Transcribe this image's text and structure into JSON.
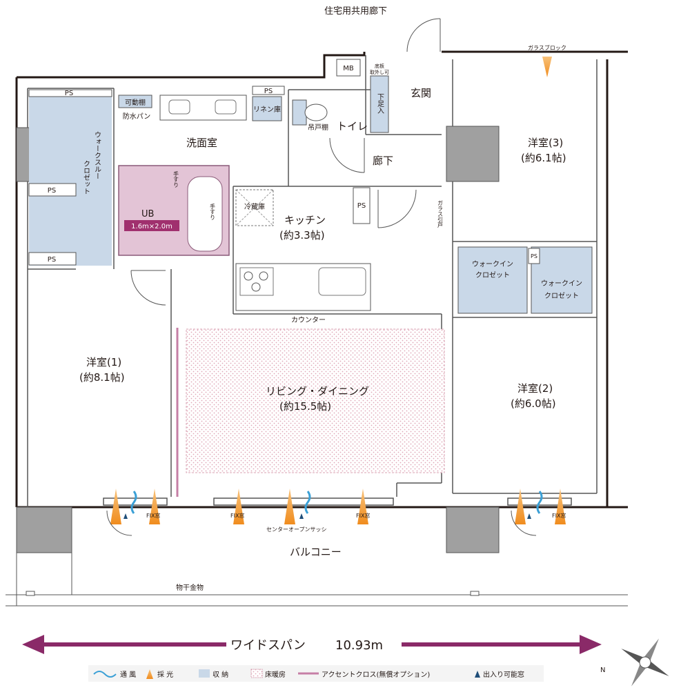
{
  "header": {
    "corridor": "住宅用共用廊下"
  },
  "rooms": {
    "mb": "MB",
    "floorboard": "底板",
    "removable": "取外し可",
    "shoe_closet": "下足入",
    "entrance": "玄関",
    "ps_top_left": "PS",
    "ps_top_mid": "PS",
    "movable_shelf": "可動棚",
    "waterproof_pan": "防水パン",
    "linen": "リネン庫",
    "hanging_shelf": "吊戸棚",
    "toilet": "トイレ",
    "washroom": "洗面室",
    "hallway": "廊下",
    "walkthrough_1": "ウォークスルー",
    "walkthrough_2": "クロゼット",
    "ps_left_mid": "PS",
    "ps_left_bottom": "PS",
    "ub": "UB",
    "ub_size": "1.6m×2.0m",
    "handrail_1": "手すり",
    "handrail_2": "手すり",
    "fridge": "冷蔵庫",
    "kitchen": "キッチン",
    "kitchen_size": "(約3.3帖)",
    "ps_kitchen": "PS",
    "glass_door": "ガラス引戸",
    "glass_block": "ガラスブロック",
    "room3": "洋室(3)",
    "room3_size": "(約6.1帖)",
    "wic_a_1": "ウォークイン",
    "wic_a_2": "クロゼット",
    "wic_b_1": "ウォークイン",
    "wic_b_2": "クロゼット",
    "ps_wic": "PS",
    "counter": "カウンター",
    "room1": "洋室(1)",
    "room1_size": "(約8.1帖)",
    "living": "リビング・ダイニング",
    "living_size": "(約15.5帖)",
    "room2": "洋室(2)",
    "room2_size": "(約6.0帖)",
    "fix1": "FIX窓",
    "fix2": "FIX窓",
    "fix3": "FIX窓",
    "fix4": "FIX窓",
    "center_sash": "センターオープンサッシ",
    "balcony": "バルコニー",
    "clothes_hanger": "物干金物"
  },
  "span": {
    "label": "ワイドスパン",
    "value": "10.93m"
  },
  "legend": {
    "ventilation": "通 風",
    "lighting": "採 光",
    "storage": "収 納",
    "floor_heating": "床暖房",
    "accent_cloth": "アクセントクロス(無償オプション)",
    "access_window": "出入り可能窓"
  },
  "compass": {
    "north": "N"
  },
  "colors": {
    "storage": "#c9d8e8",
    "accent": "#e3c4d6",
    "accent_line": "#c67fa6",
    "floor_heat": "#d9a0b2",
    "arrow_purple": "#8a2a68",
    "light_orange": "#f5a23c",
    "wind_blue": "#3ba0d6",
    "door_blue": "#1f4e79"
  }
}
